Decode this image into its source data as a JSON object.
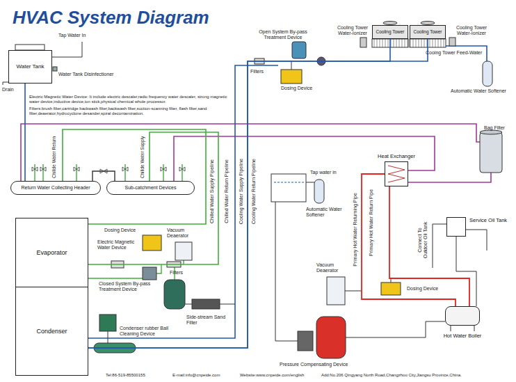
{
  "diagram": {
    "title": "HVAC System Diagram",
    "nodes": [
      {
        "text": [
          "Water Tank"
        ]
      },
      {
        "text": [
          "Cooling Tower"
        ]
      },
      {
        "text": [
          "Cooling Tower"
        ]
      },
      {
        "text": [
          "Heat Exchanger"
        ]
      },
      {
        "text": [
          "Return Water Collecting Header"
        ]
      },
      {
        "text": [
          "Sub-catchment Devices"
        ]
      },
      {
        "text": [
          "Service Oil Tank"
        ]
      },
      {
        "text": [
          "Evaporator"
        ]
      },
      {
        "text": [
          "Condenser"
        ]
      },
      {
        "text": [
          "Hot Water Boiler"
        ]
      }
    ],
    "edges": [
      {
        "from": 0,
        "to": 4,
        "arrow": "none"
      },
      {
        "from": 4,
        "to": 5,
        "arrow": "none"
      },
      {
        "from": 4,
        "to": 7,
        "arrow": "none"
      },
      {
        "from": 7,
        "to": 5,
        "arrow": "none"
      },
      {
        "from": 8,
        "to": 1,
        "arrow": "none"
      },
      {
        "from": 8,
        "to": 2,
        "arrow": "none"
      },
      {
        "from": 3,
        "to": 9,
        "arrow": "none"
      },
      {
        "from": 9,
        "to": 3,
        "arrow": "none"
      },
      {
        "from": 6,
        "to": 9,
        "arrow": "none"
      }
    ],
    "labels": [
      "Tap Water In",
      "Water Tank Disinfectioner",
      "Drain",
      "Electric Magnetic Water Device: It include electric descaler,radio frequency water descaler, strong magnetic water device,inductive device,ion stick,physical chemical whole processor.",
      "Filters:brush filter,cartridge backwash filter,backwash filter,suction-scanning filter, flash filter,sand filter,deaerator,hydrocyclone desander,spiral decontamination.",
      "Open System By-pass Treatment Device",
      "Filters",
      "Dosing Device",
      "Cooling Tower Water-Ionizer",
      "Cooling Tower Water-Ionizer",
      "Cooing Tower Feed-Water",
      "Automatic Water Softener",
      "Bag Filter",
      "Chillde Water Return",
      "Chillde Water Supply",
      "Chilled Water Supply Pipeline",
      "Chilled Water Return Pipeline",
      "Cooling Water Supply Pipeline",
      "Cooling Water Return Pipeline",
      "Tap water in",
      "Automatic Water Softener",
      "Primary Hot Water Returning Pipe",
      "Primary Hot Water Return Pipe",
      "Connect To Outdoor Oil Tank",
      "Dosing Device",
      "Electric Magnetic Water Device",
      "Vacuum Deaerator",
      "Filters",
      "Closed System By-pass Treatment Device",
      "Side-stream Sand Filter",
      "Condenser rubber Ball Cleaning Device",
      "Vacuum Deaerator",
      "Dosing Device",
      "Pressure Compensating Device",
      "Tel:86-519-85500155",
      "E-mail:info@cnpeide.com",
      "Website:www.cnpeide.com/english",
      "Add:No.206 Qingyang North Road,Changzhou City,Jiangsu Province,China."
    ]
  }
}
